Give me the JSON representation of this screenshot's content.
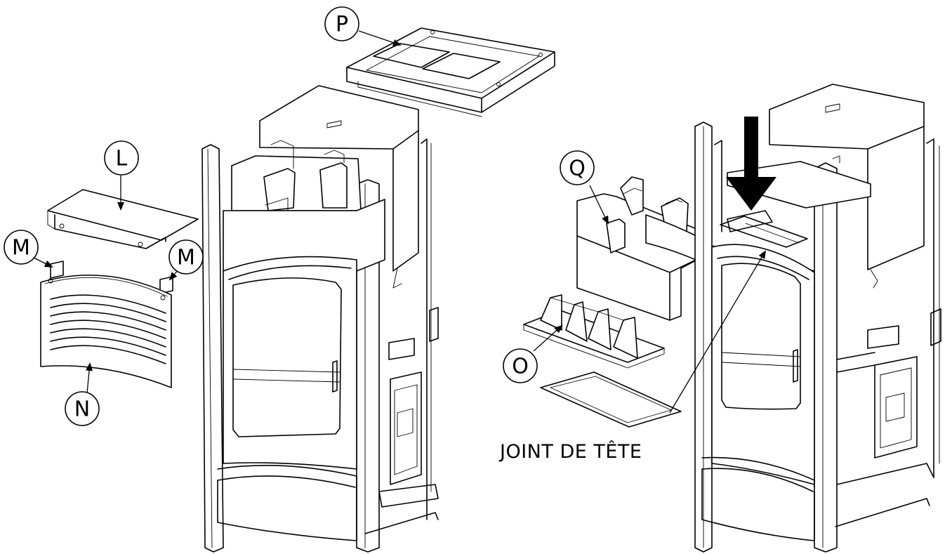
{
  "callouts": {
    "p": "P",
    "l": "L",
    "m_left": "M",
    "m_right": "M",
    "n": "N",
    "q": "Q",
    "o": "O"
  },
  "caption": "JOINT DE TÊTE"
}
